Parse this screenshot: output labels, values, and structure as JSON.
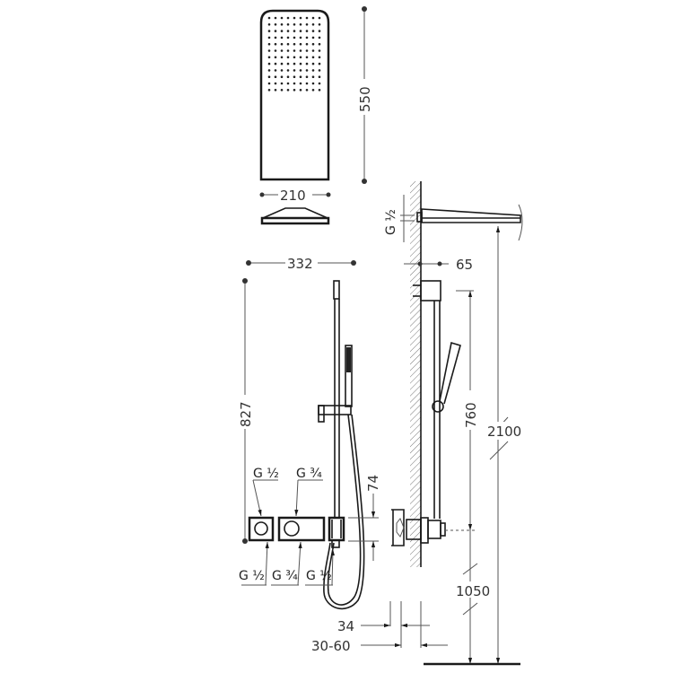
{
  "diagram": {
    "title": "",
    "colors": {
      "line": "#1a1a1a",
      "dimension": "#555555",
      "text": "#333333",
      "wall_hatch": "#777777"
    },
    "dimensions": {
      "head_height": "550",
      "head_width": "210",
      "kit_width": "332",
      "kit_height": "827",
      "valve_spacing": "74",
      "bar_height": "760",
      "total_height": "2100",
      "valve_height": "1050",
      "arm_offset": "65",
      "wall_depth_a": "34",
      "wall_depth_b": "30-60"
    },
    "connections": {
      "arm_inlet": "G ½",
      "top_left": "G ½",
      "top_right": "G ¾",
      "bottom_left": "G ½",
      "bottom_mid": "G ¾",
      "bottom_right": "G ½"
    },
    "components": [
      "rain-shower-head-top-view",
      "rain-shower-head-side-view",
      "shower-arm",
      "sliding-bar",
      "hand-shower",
      "flexible-hose",
      "diverter-valve-plate",
      "thermostatic-valve-plate",
      "wall-outlet",
      "concealed-valve-body",
      "wall-section"
    ]
  }
}
